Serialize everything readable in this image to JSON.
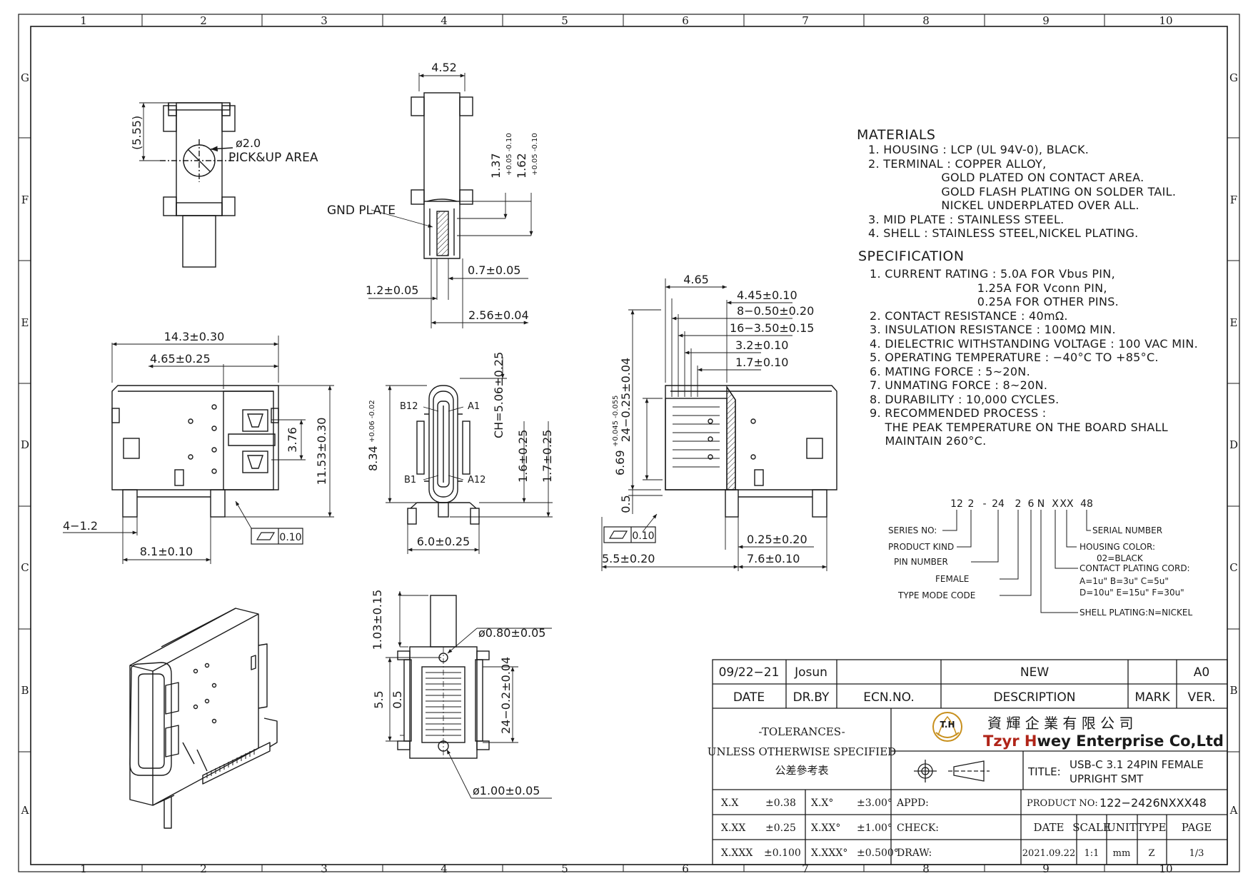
{
  "grid": {
    "columns": [
      "1",
      "2",
      "3",
      "4",
      "5",
      "6",
      "7",
      "8",
      "9",
      "10"
    ],
    "rows": [
      "G",
      "F",
      "E",
      "D",
      "C",
      "B",
      "A"
    ]
  },
  "materials": {
    "heading": "MATERIALS",
    "lines": [
      "1. HOUSING : LCP (UL 94V-0), BLACK.",
      "2. TERMINAL : COPPER ALLOY,",
      "                   GOLD PLATED ON CONTACT AREA.",
      "                   GOLD FLASH PLATING ON SOLDER TAIL.",
      "                   NICKEL UNDERPLATED OVER ALL.",
      "3. MID PLATE : STAINLESS STEEL.",
      "4. SHELL : STAINLESS STEEL,NICKEL PLATING."
    ]
  },
  "specification": {
    "heading": "SPECIFICATION",
    "lines": [
      "1. CURRENT RATING : 5.0A FOR Vbus PIN,",
      "                            1.25A FOR Vconn PIN,",
      "                            0.25A FOR OTHER PINS.",
      "2. CONTACT RESISTANCE : 40mΩ.",
      "3. INSULATION RESISTANCE : 100MΩ MIN.",
      "4. DIELECTRIC WITHSTANDING VOLTAGE : 100 VAC MIN.",
      "5. OPERATING TEMPERATURE : −40°C TO +85°C.",
      "6. MATING FORCE : 5~20N.",
      "7. UNMATING FORCE : 8~20N.",
      "8. DURABILITY : 10,000 CYCLES.",
      "9. RECOMMENDED PROCESS :",
      "    THE PEAK TEMPERATURE ON THE BOARD SHALL",
      "    MAINTAIN 260°C."
    ]
  },
  "part_code": {
    "segments": [
      "12",
      "2",
      "-",
      "24",
      "2",
      "6",
      "N",
      "X",
      "XX",
      "48"
    ],
    "labels": {
      "series": "SERIES NO:",
      "product": "PRODUCT KIND",
      "pin": "PIN NUMBER",
      "female": "FEMALE",
      "type_mode": "TYPE MODE CODE",
      "serial": "SERIAL NUMBER",
      "housing": "HOUSING COLOR:",
      "housing_val": "02=BLACK",
      "plating": "CONTACT PLATING CORD:",
      "plating_1": "A=1u\"  B=3u\"  C=5u\"",
      "plating_2": "D=10u\" E=15u\" F=30u\"",
      "shell": "SHELL PLATING:N=NICKEL"
    }
  },
  "view_top": {
    "d555": "(5.55)",
    "d20": "ø2.0",
    "pick": "PICK&UP AREA"
  },
  "view_side_top": {
    "d452": "4.52",
    "d137": "1.37",
    "d137tol": "+0.05  -0.10",
    "d162": "1.62",
    "d162tol": "+0.05  -0.10",
    "gnd": "GND PLATE",
    "d07": "0.7±0.05",
    "d12": "1.2±0.05",
    "d256": "2.56±0.04"
  },
  "view_front": {
    "d143": "14.3±0.30",
    "d465": "4.65±0.25",
    "d376": "3.76",
    "d1153": "11.53±0.30",
    "d412": "4−1.2",
    "d81": "8.1±0.10",
    "flat": "0.10"
  },
  "view_end": {
    "ch": "CH=5.06±0.25",
    "b12": "B12",
    "a1": "A1",
    "b1": "B1",
    "a12": "A12",
    "d834": "8.34",
    "d834tol": "+0.06 -0.02",
    "d16": "1.6±0.25",
    "d17": "1.7±0.25",
    "d60": "6.0±0.25"
  },
  "view_right": {
    "d465": "4.65",
    "d445": "4.45±0.10",
    "d8050": "8−0.50±0.20",
    "d16350": "16−3.50±0.15",
    "d32": "3.2±0.10",
    "d17": "1.7±0.10",
    "d24025": "24−0.25±0.04",
    "d669": "6.69",
    "d669tol": "+0.045 -0.055",
    "d05": "0.5",
    "flat": "0.10",
    "d025": "0.25±0.20",
    "d55": "5.5±0.20",
    "d76": "7.6±0.10"
  },
  "view_bottom": {
    "d103": "1.03±0.15",
    "d080": "ø0.80±0.05",
    "d55": "5.5",
    "d05": "0.5",
    "d2402": "24−0.2±0.04",
    "d100": "ø1.00±0.05"
  },
  "title_block": {
    "date_val": "09/22−21",
    "drby_val": "Josun",
    "desc_val": "NEW",
    "ver_val": "A0",
    "h_date": "DATE",
    "h_drby": "DR.BY",
    "h_ecn": "ECN.NO.",
    "h_desc": "DESCRIPTION",
    "h_mark": "MARK",
    "h_ver": "VER.",
    "tol1": "-TOLERANCES-",
    "tol2": "UNLESS OTHERWISE SPECIFIED",
    "tol3": "公差參考表",
    "company_cn": "資 輝 企 業 有 限 公 司",
    "company_t": "Tzyr ",
    "company_h": "H",
    "company_rest": "wey Enterprise Co,Ltd",
    "logo": "T.H",
    "title_label": "TITLE:",
    "title1": "USB-C 3.1 24PIN FEMALE",
    "title2": "UPRIGHT SMT",
    "tol_rows": [
      {
        "a": "X.X",
        "b": "±0.38",
        "c": "X.X°",
        "d": "±3.00°"
      },
      {
        "a": "X.XX",
        "b": "±0.25",
        "c": "X.XX°",
        "d": "±1.00°"
      },
      {
        "a": "X.XXX",
        "b": "±0.100",
        "c": "X.XXX°",
        "d": "±0.500°"
      }
    ],
    "appd": "APPD:",
    "check": "CHECK:",
    "draw": "DRAW:",
    "product_label": "PRODUCT NO:",
    "product_no": "122−2426NXXX48",
    "h_date2": "DATE",
    "h_scale": "SCALE",
    "h_unit": "UNIT",
    "h_type": "TYPE",
    "h_page": "PAGE",
    "v_date": "2021.09.22",
    "v_scale": "1:1",
    "v_unit": "mm",
    "v_type": "Z",
    "v_page": "1/3"
  }
}
